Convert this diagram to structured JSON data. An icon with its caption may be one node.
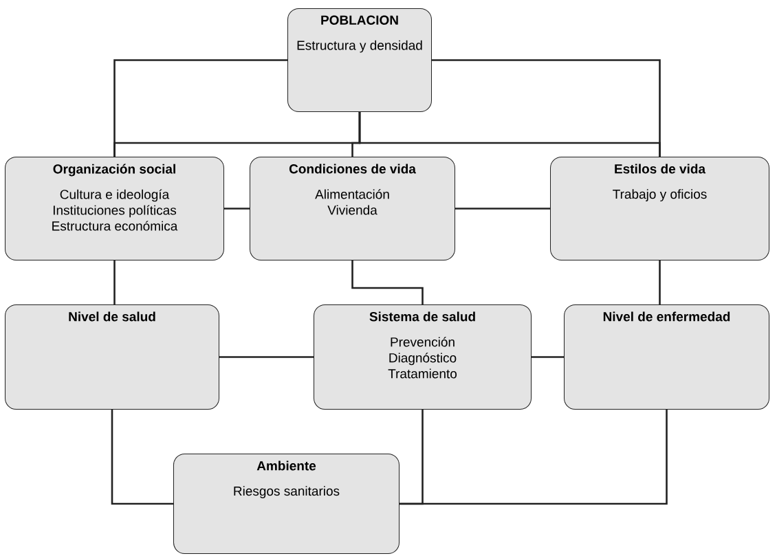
{
  "diagram": {
    "nodes": [
      {
        "text": [
          "POBLACION",
          "Estructura y densidad"
        ]
      },
      {
        "text": [
          "Organización social",
          "Cultura e ideología Instituciones políticas Estructura económica"
        ]
      },
      {
        "text": [
          "Condiciones de vida",
          "Alimentación Vivienda"
        ]
      },
      {
        "text": [
          "Estilos de vida",
          "Trabajo y oficios"
        ]
      },
      {
        "text": [
          "Nivel de salud"
        ]
      },
      {
        "text": [
          "Sistema de salud",
          "Prevención Diagnóstico Tratamiento"
        ]
      },
      {
        "text": [
          "Nivel de enfermedad"
        ]
      },
      {
        "text": [
          "Ambiente",
          "Riesgos sanitarios"
        ]
      }
    ],
    "edges": [
      {
        "from": 0,
        "to": 1,
        "arrow": "none"
      },
      {
        "from": 0,
        "to": 3,
        "arrow": "none"
      },
      {
        "from": 0,
        "to": 2,
        "arrow": "none"
      },
      {
        "from": 0,
        "to": 1,
        "arrow": "none"
      },
      {
        "from": 0,
        "to": 3,
        "arrow": "none"
      },
      {
        "from": 1,
        "to": 2,
        "arrow": "none"
      },
      {
        "from": 2,
        "to": 3,
        "arrow": "none"
      },
      {
        "from": 2,
        "to": 5,
        "arrow": "none"
      },
      {
        "from": 1,
        "to": 4,
        "arrow": "none"
      },
      {
        "from": 3,
        "to": 6,
        "arrow": "none"
      },
      {
        "from": 4,
        "to": 5,
        "arrow": "none"
      },
      {
        "from": 5,
        "to": 6,
        "arrow": "none"
      },
      {
        "from": 4,
        "to": 7,
        "arrow": "none"
      },
      {
        "from": 5,
        "to": 7,
        "arrow": "none"
      },
      {
        "from": 6,
        "to": 7,
        "arrow": "none"
      }
    ]
  }
}
